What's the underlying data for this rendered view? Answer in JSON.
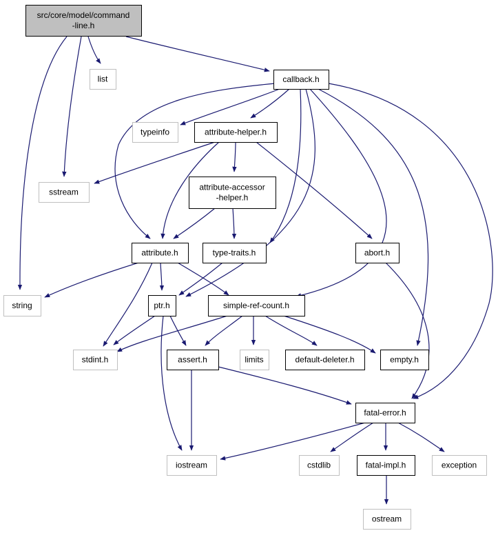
{
  "graph": {
    "nodes": [
      {
        "id": "root",
        "lines": [
          "src/core/model/command",
          "-line.h"
        ],
        "kind": "root"
      },
      {
        "id": "list",
        "lines": [
          "list"
        ],
        "kind": "external"
      },
      {
        "id": "callback",
        "lines": [
          "callback.h"
        ],
        "kind": "header"
      },
      {
        "id": "typeinfo",
        "lines": [
          "typeinfo"
        ],
        "kind": "external"
      },
      {
        "id": "attribute-helper",
        "lines": [
          "attribute-helper.h"
        ],
        "kind": "header"
      },
      {
        "id": "sstream",
        "lines": [
          "sstream"
        ],
        "kind": "external"
      },
      {
        "id": "attribute-accessor-helper",
        "lines": [
          "attribute-accessor",
          "-helper.h"
        ],
        "kind": "header"
      },
      {
        "id": "attribute",
        "lines": [
          "attribute.h"
        ],
        "kind": "header"
      },
      {
        "id": "type-traits",
        "lines": [
          "type-traits.h"
        ],
        "kind": "header"
      },
      {
        "id": "abort",
        "lines": [
          "abort.h"
        ],
        "kind": "header"
      },
      {
        "id": "string",
        "lines": [
          "string"
        ],
        "kind": "external"
      },
      {
        "id": "ptr",
        "lines": [
          "ptr.h"
        ],
        "kind": "header"
      },
      {
        "id": "simple-ref-count",
        "lines": [
          "simple-ref-count.h"
        ],
        "kind": "header"
      },
      {
        "id": "stdint",
        "lines": [
          "stdint.h"
        ],
        "kind": "external"
      },
      {
        "id": "assert",
        "lines": [
          "assert.h"
        ],
        "kind": "header"
      },
      {
        "id": "limits",
        "lines": [
          "limits"
        ],
        "kind": "external"
      },
      {
        "id": "default-deleter",
        "lines": [
          "default-deleter.h"
        ],
        "kind": "header"
      },
      {
        "id": "empty",
        "lines": [
          "empty.h"
        ],
        "kind": "header"
      },
      {
        "id": "fatal-error",
        "lines": [
          "fatal-error.h"
        ],
        "kind": "header"
      },
      {
        "id": "iostream",
        "lines": [
          "iostream"
        ],
        "kind": "external"
      },
      {
        "id": "cstdlib",
        "lines": [
          "cstdlib"
        ],
        "kind": "external"
      },
      {
        "id": "fatal-impl",
        "lines": [
          "fatal-impl.h"
        ],
        "kind": "header"
      },
      {
        "id": "exception",
        "lines": [
          "exception"
        ],
        "kind": "external"
      },
      {
        "id": "ostream",
        "lines": [
          "ostream"
        ],
        "kind": "external"
      }
    ],
    "edges": [
      {
        "from": "root",
        "to": "string"
      },
      {
        "from": "root",
        "to": "sstream"
      },
      {
        "from": "root",
        "to": "list"
      },
      {
        "from": "root",
        "to": "callback"
      },
      {
        "from": "callback",
        "to": "typeinfo"
      },
      {
        "from": "callback",
        "to": "attribute-helper"
      },
      {
        "from": "callback",
        "to": "attribute"
      },
      {
        "from": "callback",
        "to": "type-traits"
      },
      {
        "from": "callback",
        "to": "ptr"
      },
      {
        "from": "callback",
        "to": "simple-ref-count"
      },
      {
        "from": "callback",
        "to": "empty"
      },
      {
        "from": "callback",
        "to": "fatal-error"
      },
      {
        "from": "attribute-helper",
        "to": "sstream"
      },
      {
        "from": "attribute-helper",
        "to": "attribute-accessor-helper"
      },
      {
        "from": "attribute-helper",
        "to": "attribute"
      },
      {
        "from": "attribute-helper",
        "to": "abort"
      },
      {
        "from": "attribute-accessor-helper",
        "to": "attribute"
      },
      {
        "from": "attribute-accessor-helper",
        "to": "type-traits"
      },
      {
        "from": "attribute",
        "to": "string"
      },
      {
        "from": "attribute",
        "to": "ptr"
      },
      {
        "from": "attribute",
        "to": "simple-ref-count"
      },
      {
        "from": "attribute",
        "to": "stdint"
      },
      {
        "from": "type-traits",
        "to": "ptr"
      },
      {
        "from": "abort",
        "to": "fatal-error"
      },
      {
        "from": "ptr",
        "to": "stdint"
      },
      {
        "from": "ptr",
        "to": "assert"
      },
      {
        "from": "ptr",
        "to": "iostream"
      },
      {
        "from": "simple-ref-count",
        "to": "stdint"
      },
      {
        "from": "simple-ref-count",
        "to": "assert"
      },
      {
        "from": "simple-ref-count",
        "to": "limits"
      },
      {
        "from": "simple-ref-count",
        "to": "default-deleter"
      },
      {
        "from": "simple-ref-count",
        "to": "empty"
      },
      {
        "from": "assert",
        "to": "iostream"
      },
      {
        "from": "assert",
        "to": "fatal-error"
      },
      {
        "from": "fatal-error",
        "to": "iostream"
      },
      {
        "from": "fatal-error",
        "to": "cstdlib"
      },
      {
        "from": "fatal-error",
        "to": "fatal-impl"
      },
      {
        "from": "fatal-error",
        "to": "exception"
      },
      {
        "from": "fatal-impl",
        "to": "ostream"
      }
    ]
  },
  "colors": {
    "edge": "#191970",
    "root_fill": "#bfbfbf",
    "header_border": "#000000",
    "external_border": "#bfbfbf",
    "background": "#ffffff"
  }
}
